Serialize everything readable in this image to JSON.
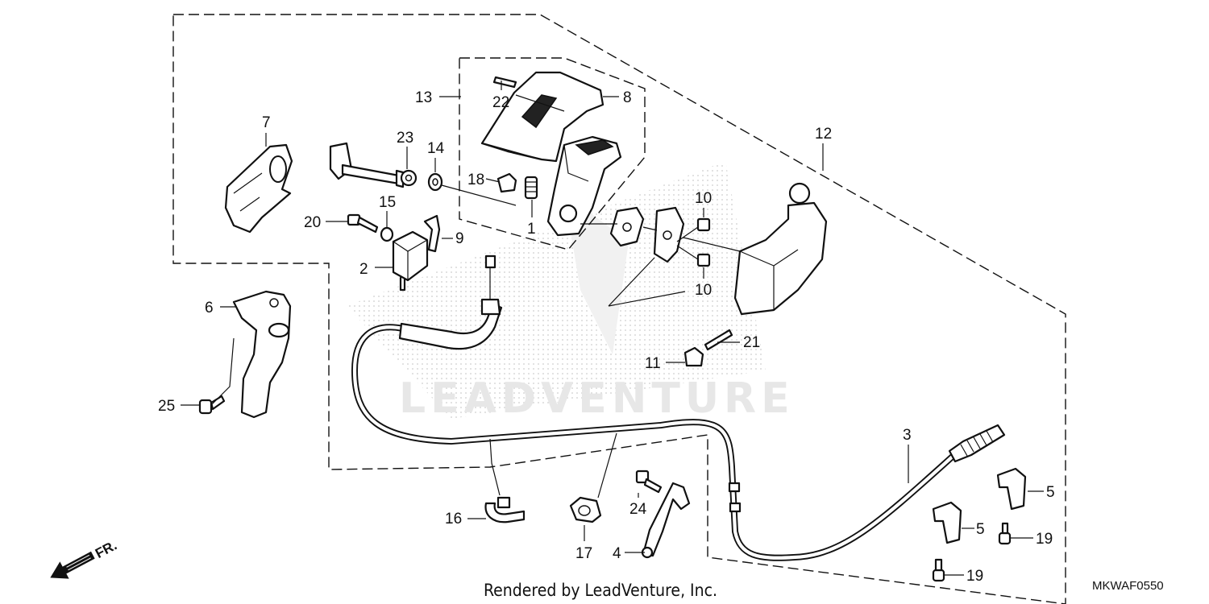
{
  "diagram": {
    "code": "MKWAF0550",
    "credit": "Rendered by LeadVenture, Inc.",
    "watermark": "LEADVENTURE",
    "direction": "FR.",
    "callouts": {
      "p1": "1",
      "p2": "2",
      "p3": "3",
      "p4": "4",
      "p5a": "5",
      "p5b": "5",
      "p6": "6",
      "p7": "7",
      "p8": "8",
      "p9": "9",
      "p10a": "10",
      "p10b": "10",
      "p11": "11",
      "p12": "12",
      "p13": "13",
      "p14": "14",
      "p15": "15",
      "p16": "16",
      "p17": "17",
      "p18": "18",
      "p19a": "19",
      "p19b": "19",
      "p20": "20",
      "p21": "21",
      "p22": "22",
      "p23": "23",
      "p24": "24",
      "p25": "25"
    }
  }
}
